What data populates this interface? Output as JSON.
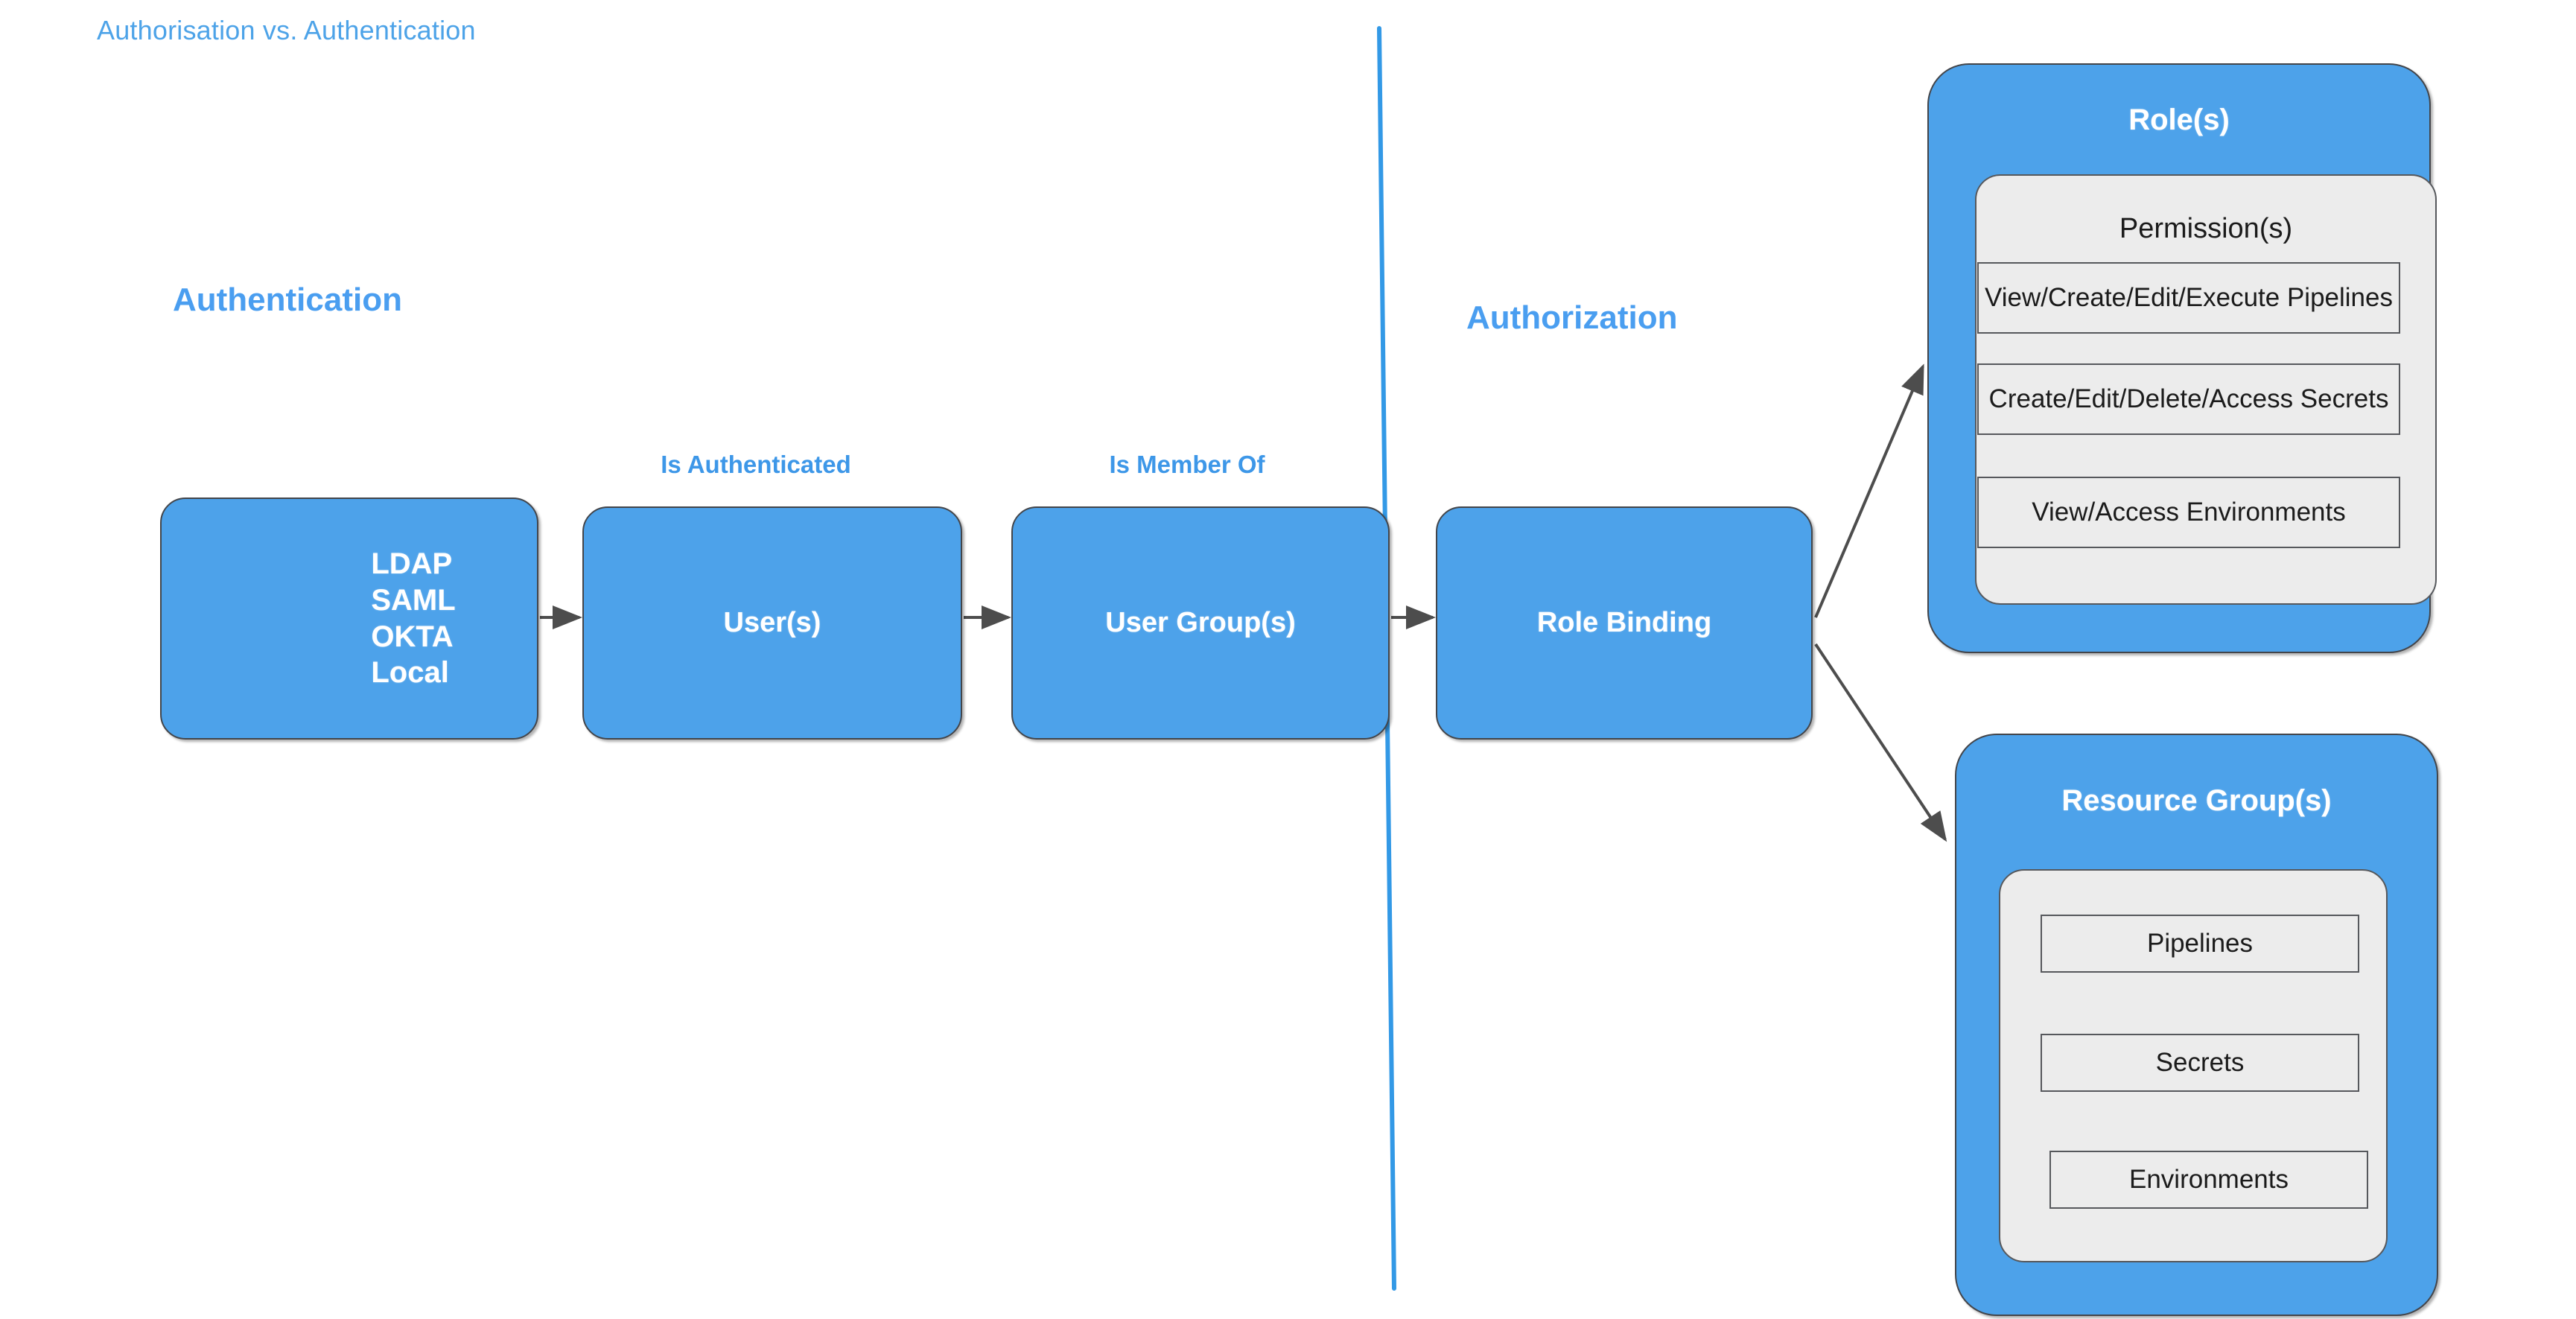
{
  "title": "Authorisation vs. Authentication",
  "colors": {
    "blue_fill": "#4da2ea",
    "heading_blue": "#4a9ef0",
    "title_blue": "#4da3e8",
    "divider_blue": "#3399e6",
    "panel_gray": "#ececec",
    "border_dark": "#43454a",
    "arrow_gray": "#4d4d4d",
    "text_white": "#ffffff",
    "text_dark": "#1b1b1b"
  },
  "sections": {
    "authentication_heading": "Authentication",
    "authorization_heading": "Authorization"
  },
  "flow": {
    "boxes": [
      {
        "id": "providers",
        "label": "LDAP\nSAML\nOKTA\nLocal"
      },
      {
        "id": "users",
        "label": "User(s)"
      },
      {
        "id": "usergroups",
        "label": "User Group(s)"
      },
      {
        "id": "rolebinding",
        "label": "Role Binding"
      }
    ],
    "edge_labels": [
      {
        "id": "is-authenticated",
        "label": "Is Authenticated"
      },
      {
        "id": "is-member-of",
        "label": "Is Member Of"
      }
    ]
  },
  "roles_panel": {
    "title": "Role(s)",
    "inner_title": "Permission(s)",
    "permissions": [
      "View/Create/Edit/Execute Pipelines",
      "Create/Edit/Delete/Access Secrets",
      "View/Access Environments"
    ]
  },
  "resource_groups_panel": {
    "title": "Resource Group(s)",
    "resources": [
      "Pipelines",
      "Secrets",
      "Environments"
    ]
  }
}
